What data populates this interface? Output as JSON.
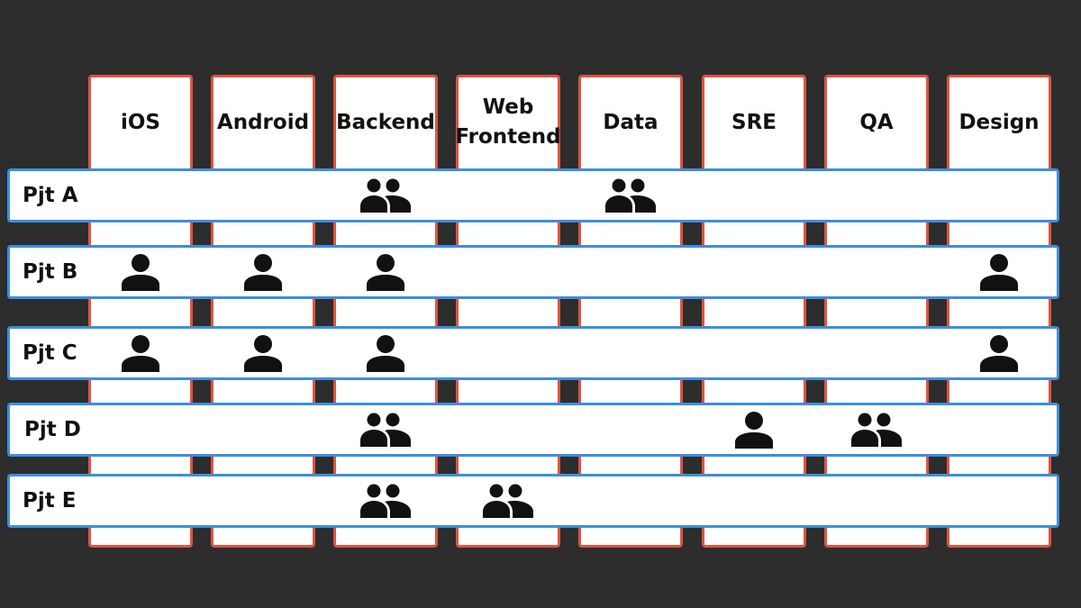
{
  "columns": [
    {
      "id": "ios",
      "label": "iOS"
    },
    {
      "id": "android",
      "label": "Android"
    },
    {
      "id": "backend",
      "label": "Backend"
    },
    {
      "id": "web-frontend",
      "label": "Web\nFrontend"
    },
    {
      "id": "data",
      "label": "Data"
    },
    {
      "id": "sre",
      "label": "SRE"
    },
    {
      "id": "qa",
      "label": "QA"
    },
    {
      "id": "design",
      "label": "Design"
    }
  ],
  "projects": [
    {
      "label": "Pjt A",
      "members": {
        "backend": "group-icon",
        "data": "group-icon"
      }
    },
    {
      "label": "Pjt B",
      "members": {
        "ios": "person-icon",
        "android": "person-icon",
        "backend": "person-icon",
        "design": "person-icon"
      }
    },
    {
      "label": "Pjt C",
      "members": {
        "ios": "person-icon",
        "android": "person-icon",
        "backend": "person-icon",
        "design": "person-icon"
      }
    },
    {
      "label": "Pjt D",
      "members": {
        "backend": "group-icon",
        "sre": "person-icon",
        "qa": "group-icon"
      }
    },
    {
      "label": "Pjt E",
      "members": {
        "backend": "group-icon",
        "web-frontend": "group-icon"
      }
    }
  ],
  "colors": {
    "background": "#2d2d2d",
    "column_border": "#e0533e",
    "row_border": "#3b8fdf",
    "icon": "#111111"
  }
}
